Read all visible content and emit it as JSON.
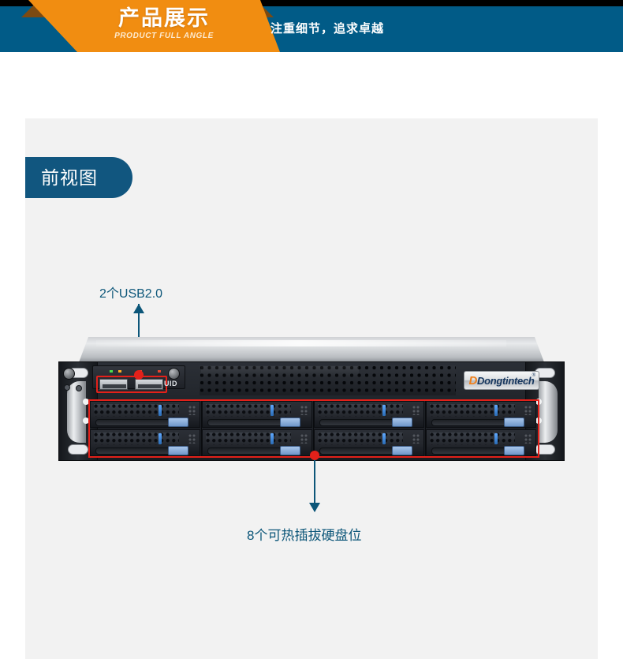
{
  "header": {
    "ribbon_title": "产品展示",
    "ribbon_subtitle": "PRODUCT FULL ANGLE",
    "slogan": "注重细节，追求卓越",
    "colors": {
      "top_bar": "#000000",
      "banner_blue": "#015b87",
      "ribbon_orange": "#f18d11",
      "ribbon_fold": "#7c4a11",
      "title_text": "#ffffff",
      "subtitle_text": "#fde9cd"
    }
  },
  "panel": {
    "background": "#f2f2f2",
    "view_label": "前视图",
    "view_label_color": "#11567f"
  },
  "callouts": {
    "usb": {
      "text": "2个USB2.0",
      "arrow": "up-arrow",
      "line_color": "#0c5679",
      "marker_color": "#e3211a"
    },
    "drive_bays": {
      "text": "8个可热插拔硬盘位",
      "arrow": "down-arrow",
      "line_color": "#0c5679",
      "marker_color": "#e3211a"
    }
  },
  "server": {
    "form_factor": "2U rack-mount chassis",
    "brand": "Dongtintech",
    "brand_initial": "D",
    "brand_tm": "®",
    "brand_accent": "#f07f1a",
    "uid_label": "UID",
    "highlight_color": "#e3211a",
    "latch_color": "#a9c6ea",
    "bay_count": 8,
    "usb_port_count": 2,
    "bays": [
      {
        "id": "bay-1"
      },
      {
        "id": "bay-2"
      },
      {
        "id": "bay-3"
      },
      {
        "id": "bay-4"
      },
      {
        "id": "bay-5"
      },
      {
        "id": "bay-6"
      },
      {
        "id": "bay-7"
      },
      {
        "id": "bay-8"
      }
    ]
  }
}
